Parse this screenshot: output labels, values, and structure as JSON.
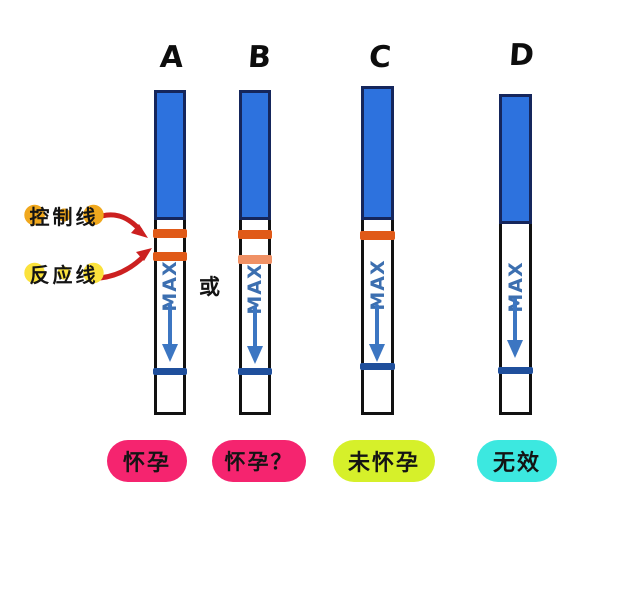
{
  "diagram": {
    "title_letters": [
      "A",
      "B",
      "C",
      "D"
    ],
    "or_word": "或",
    "max_label": "MAX",
    "annotations": [
      {
        "id": "control-line",
        "text": "控制线",
        "color": "#f0a81e",
        "arrow_color": "#cc2020"
      },
      {
        "id": "reaction-line",
        "text": "反应线",
        "color": "#fbe23c",
        "arrow_color": "#cc2020"
      }
    ],
    "colors": {
      "strip_blue": "#2d72de",
      "strip_blue_border": "#15265c",
      "strip_outline": "#111111",
      "band_orange": "#e05a18",
      "band_orange_faint": "#f09165",
      "band_blue_bottom": "#1f4f9c",
      "max_text": "#3c6fb0",
      "badge_pink": "#f5246f",
      "badge_lime": "#d6f02a",
      "badge_cyan": "#3ce8e0",
      "background": "#ffffff"
    },
    "strips": [
      {
        "letter": "A",
        "result": "怀孕",
        "result_badge_color": "pink",
        "control_line": "strong",
        "reaction_line": "strong",
        "max_label": "MAX"
      },
      {
        "letter": "B",
        "result": "怀孕？",
        "result_badge_color": "pink",
        "control_line": "strong",
        "reaction_line": "faint",
        "max_label": "MAX"
      },
      {
        "letter": "C",
        "result": "未怀孕",
        "result_badge_color": "lime",
        "control_line": "strong",
        "reaction_line": "none",
        "max_label": "MAX"
      },
      {
        "letter": "D",
        "result": "无效",
        "result_badge_color": "cyan",
        "control_line": "none",
        "reaction_line": "none",
        "max_label": "MAX"
      }
    ],
    "result_labels": [
      "怀孕",
      "怀孕？",
      "未怀孕",
      "无效"
    ]
  }
}
